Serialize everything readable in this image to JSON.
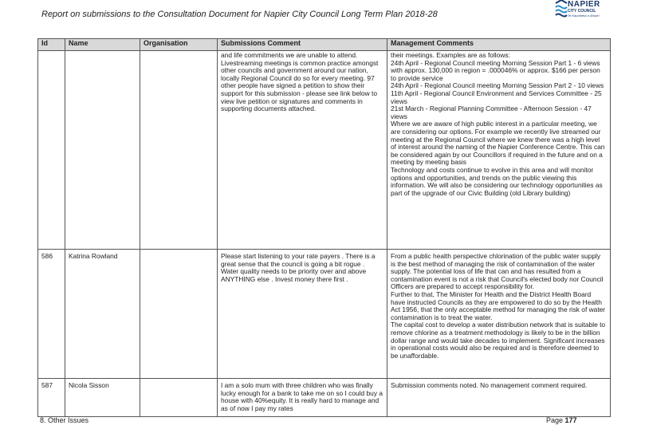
{
  "header": {
    "title": "Report on submissions to the Consultation Document for Napier City Council Long Term Plan 2018-28",
    "logo": {
      "brand": "NAPIER",
      "sub": "CITY COUNCIL",
      "sub2": "Te Kaunihera o Ahuriri",
      "icon": "napier-wave-logo",
      "color": "#1b3a6b"
    }
  },
  "table": {
    "columns": [
      "Id",
      "Name",
      "Organisation",
      "Submissions Comment",
      "Management Comments"
    ],
    "rows": [
      {
        "id": "",
        "name": "",
        "organisation": "",
        "submission": "and life commitments we are unable to attend. Livestreaming meetings is common practice amongst other councils and government around our nation, locally Regional Council do so for every meeting.  97 other people have signed a petition to show their support for this submission - please see link below to view live petition or signatures and comments in supporting documents attached.",
        "management": "their meetings. Examples are as follows:\n24th April - Regional Council meeting Morning Session Part 1 - 6 views with approx. 130,000 in region = .000046% or approx. $166 per person to provide service\n24th April - Regional Council meeting Morning Session Part 2 - 10 views\n11th April - Regional Council Environment and Services Committee - 25 views\n21st March - Regional Planning Committee - Afternoon Session - 47 views\nWhere we are aware of high public interest in a particular meeting, we are considering our options.  For example we recently live streamed our meeting at the Regional Council where we knew there was a high level of interest around the naming of the Napier Conference Centre.   This can be considered again by our Councillors if required in the future and on a meeting by meeting basis\nTechnology and costs continue to evolve in this area and will monitor options and opportunities, and trends on the public viewing this information.  We will also be considering our technology opportunities as part of the upgrade of our Civic Building (old Library building)"
      },
      {
        "id": "586",
        "name": "Katrina Rowland",
        "organisation": "",
        "submission": "Please start listening to your rate payers . There is a great sense that the council is going a bit rogue .  Water quality needs to be priority over and above ANYTHING else . Invest money there first .",
        "management": "From a public health perspective chlorination of the public water supply is the best method of managing the risk of contamination of the water supply. The potential loss of life that can and has resulted from a contamination event is not a risk that Council's elected body nor Council Officers are prepared to accept responsibility for.\nFurther to that, The Minister for Health and the District Health Board have instructed Councils as they are empowered to do so by the Health Act 1956, that the only acceptable method for managing the risk of water contamination is to treat the water.\nThe capital cost to develop a water distribution network that is suitable to remove chlorine as a treatment methodology is likely to be in the billion dollar range and would take decades to implement. Significant increases in operational costs would also be required and is therefore deemed to be unaffordable."
      },
      {
        "id": "587",
        "name": "Nicola Sisson",
        "organisation": "",
        "submission": "I am a solo mum with three children who was finally lucky enough for a bank to take me on so I could buy a house with 40%equity. It is really hard to manage and as of now I pay my rates",
        "management": "Submission comments noted. No management comment required."
      }
    ]
  },
  "footer": {
    "section": "8. Other Issues",
    "page_label": "Page",
    "page_number": "177"
  }
}
